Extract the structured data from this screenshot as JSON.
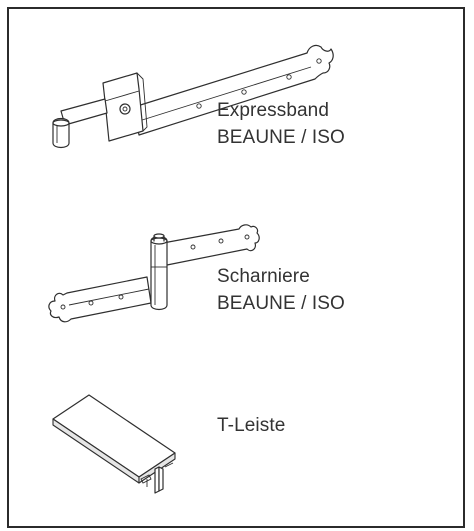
{
  "products": [
    {
      "id": "expressband",
      "lines": [
        "Expressband",
        "BEAUNE / ISO"
      ],
      "icon": "expressband-hinge-icon"
    },
    {
      "id": "scharniere",
      "lines": [
        "Scharniere",
        "BEAUNE / ISO"
      ],
      "icon": "scharniere-hinge-icon"
    },
    {
      "id": "t-leiste",
      "lines": [
        "T-Leiste"
      ],
      "icon": "t-leiste-profile-icon"
    }
  ]
}
